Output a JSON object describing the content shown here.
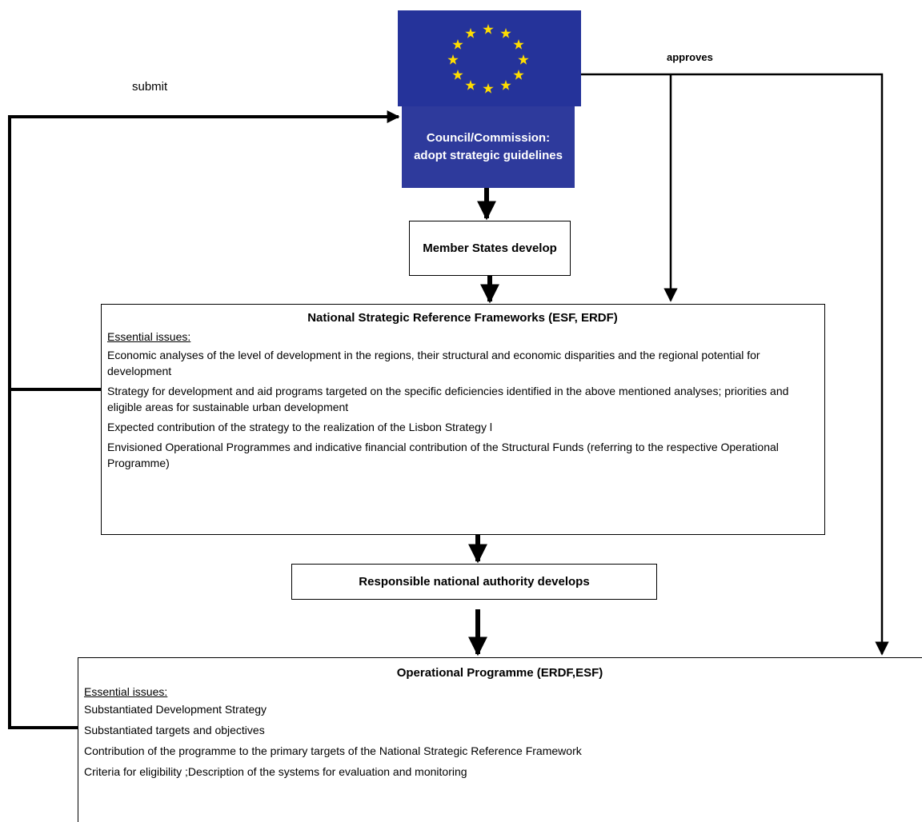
{
  "labels": {
    "submit": "submit",
    "approves": "approves"
  },
  "council": {
    "text": "Council/Commission: adopt strategic guidelines"
  },
  "member_states": {
    "text": "Member States develop"
  },
  "nsrf": {
    "title": "National Strategic Reference Frameworks  (ESF, ERDF)",
    "subtitle": "Essential issues:",
    "items": [
      "Economic analyses of the level of development in the regions, their structural and economic disparities and the regional potential for development",
      "Strategy for development and aid programs targeted on the specific deficiencies identified in the above mentioned analyses; priorities and eligible areas for sustainable urban development",
      "Expected contribution of the strategy to the realization of the Lisbon Strategy l",
      "Envisioned Operational Programmes and indicative financial contribution of the Structural Funds (referring to the respective Operational Programme)"
    ]
  },
  "authority": {
    "text": "Responsible national authority develops"
  },
  "op": {
    "title": "Operational Programme (ERDF,ESF)",
    "subtitle": "Essential issues:",
    "items": [
      "Substantiated Development Strategy",
      "Substantiated targets and objectives",
      "Contribution of the programme to the primary targets  of the National Strategic Reference Framework",
      "Criteria for eligibility ;Description of the systems for evaluation and monitoring"
    ]
  },
  "colors": {
    "eu_blue": "#25339a",
    "star_yellow": "#ffdd00"
  }
}
